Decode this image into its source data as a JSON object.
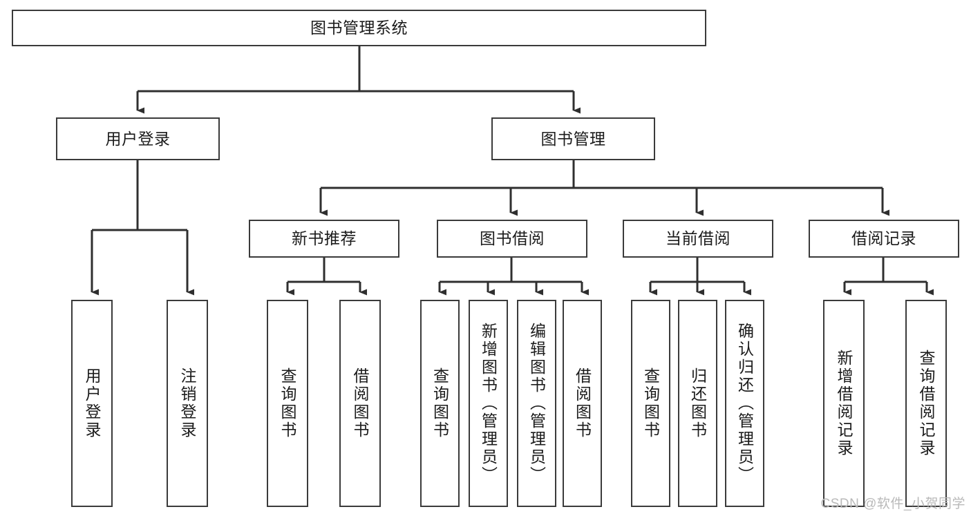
{
  "diagram": {
    "type": "tree",
    "title": "图书管理系统",
    "watermark": "CSDN @软件_小贺同学",
    "colors": {
      "box_border": "#3a3a3a",
      "box_fill": "#ffffff",
      "edge": "#2f2f2f",
      "text": "#1b1b1b",
      "watermark": "#b9b9b9",
      "background": "#ffffff"
    },
    "nodes": {
      "root": {
        "label": "图书管理系统"
      },
      "level2": [
        {
          "id": "user-login",
          "label": "用户登录"
        },
        {
          "id": "book-manage",
          "label": "图书管理"
        }
      ],
      "level3": [
        {
          "id": "new-book-recommend",
          "label": "新书推荐"
        },
        {
          "id": "book-borrow",
          "label": "图书借阅"
        },
        {
          "id": "current-borrow",
          "label": "当前借阅"
        },
        {
          "id": "borrow-record",
          "label": "借阅记录"
        }
      ],
      "leaves": {
        "user-login": [
          {
            "id": "leaf-user-login",
            "label": "用户登录"
          },
          {
            "id": "leaf-logout",
            "label": "注销登录"
          }
        ],
        "new-book-recommend": [
          {
            "id": "leaf-query-book-1",
            "label": "查询图书"
          },
          {
            "id": "leaf-borrow-book-1",
            "label": "借阅图书"
          }
        ],
        "book-borrow": [
          {
            "id": "leaf-query-book-2",
            "label": "查询图书"
          },
          {
            "id": "leaf-add-book",
            "label": "新增图书（管理员）"
          },
          {
            "id": "leaf-edit-book",
            "label": "编辑图书（管理员）"
          },
          {
            "id": "leaf-borrow-book-2",
            "label": "借阅图书"
          }
        ],
        "current-borrow": [
          {
            "id": "leaf-query-book-3",
            "label": "查询图书"
          },
          {
            "id": "leaf-return-book",
            "label": "归还图书"
          },
          {
            "id": "leaf-confirm-return",
            "label": "确认归还（管理员）"
          }
        ],
        "borrow-record": [
          {
            "id": "leaf-add-record",
            "label": "新增借阅记录"
          },
          {
            "id": "leaf-query-record",
            "label": "查询借阅记录"
          }
        ]
      }
    }
  }
}
